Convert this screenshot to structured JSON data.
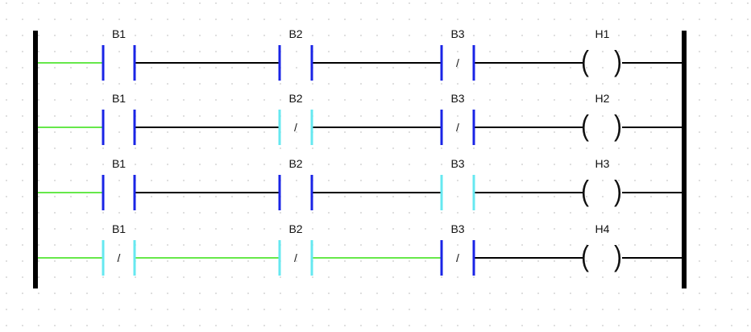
{
  "colors": {
    "background": "#ffffff",
    "grid_dot": "#c8c8c8",
    "rail": "#000000",
    "wire_off": "#000000",
    "wire_on": "#66e84a",
    "contact_off": "#1a24e6",
    "contact_on": "#66e8f0",
    "text": "#111111"
  },
  "rungs": [
    {
      "contacts": [
        {
          "label": "B1",
          "type": "NO",
          "energized": false
        },
        {
          "label": "B2",
          "type": "NO",
          "energized": false
        },
        {
          "label": "B3",
          "type": "NC",
          "energized": false
        }
      ],
      "coil": {
        "label": "H1",
        "energized": false
      },
      "wires_energized": [
        true,
        false,
        false,
        false,
        false
      ]
    },
    {
      "contacts": [
        {
          "label": "B1",
          "type": "NO",
          "energized": false
        },
        {
          "label": "B2",
          "type": "NC",
          "energized": true
        },
        {
          "label": "B3",
          "type": "NC",
          "energized": false
        }
      ],
      "coil": {
        "label": "H2",
        "energized": false
      },
      "wires_energized": [
        true,
        false,
        false,
        false,
        false
      ]
    },
    {
      "contacts": [
        {
          "label": "B1",
          "type": "NO",
          "energized": false
        },
        {
          "label": "B2",
          "type": "NO",
          "energized": false
        },
        {
          "label": "B3",
          "type": "NO",
          "energized": true
        }
      ],
      "coil": {
        "label": "H3",
        "energized": false
      },
      "wires_energized": [
        true,
        false,
        false,
        false,
        false
      ]
    },
    {
      "contacts": [
        {
          "label": "B1",
          "type": "NC",
          "energized": true
        },
        {
          "label": "B2",
          "type": "NC",
          "energized": true
        },
        {
          "label": "B3",
          "type": "NC",
          "energized": false
        }
      ],
      "coil": {
        "label": "H4",
        "energized": false
      },
      "wires_energized": [
        true,
        true,
        true,
        false,
        false
      ]
    }
  ],
  "symbols": {
    "nc_mark": "/",
    "coil_left": "(",
    "coil_right": ")"
  }
}
